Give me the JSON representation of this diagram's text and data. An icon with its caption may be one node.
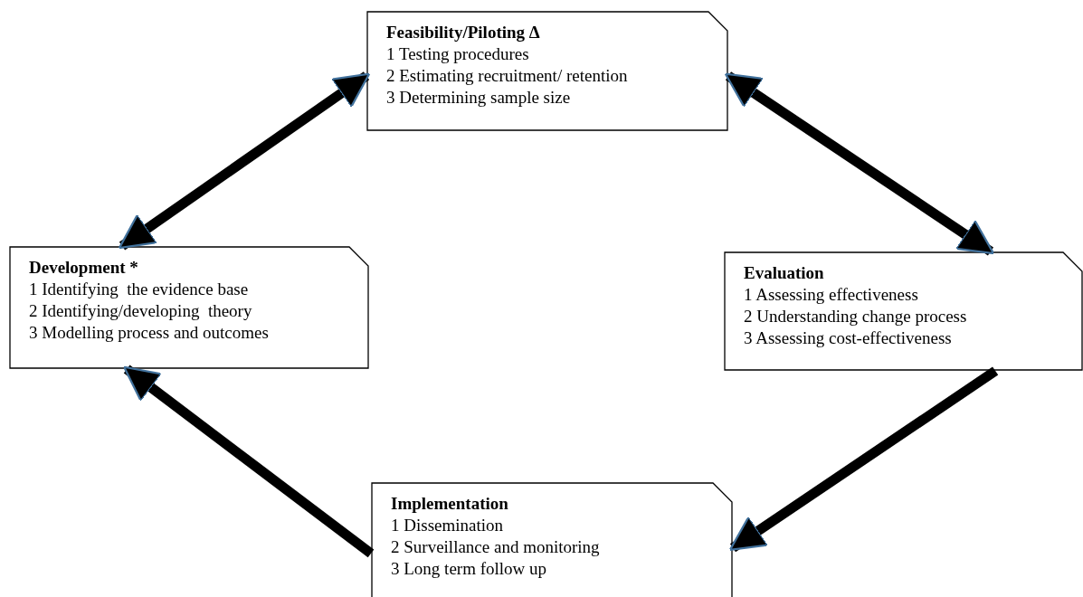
{
  "diagram": {
    "nodes": [
      {
        "text": [
          "Feasibility/Piloting Δ",
          "1 Testing procedures",
          "2 Estimating recruitment/ retention",
          "3 Determining sample size"
        ]
      },
      {
        "text": [
          "Development *",
          "1 Identifying  the evidence base",
          "2 Identifying/developing  theory",
          "3 Modelling process and outcomes"
        ]
      },
      {
        "text": [
          "Evaluation",
          "1 Assessing effectiveness",
          "2 Understanding change process",
          "3 Assessing cost-effectiveness"
        ]
      },
      {
        "text": [
          "Implementation",
          "1 Dissemination",
          "2 Surveillance and monitoring",
          "3 Long term follow up"
        ]
      }
    ],
    "edges": [
      {
        "from": 1,
        "to": 0,
        "arrow": "both"
      },
      {
        "from": 0,
        "to": 2,
        "arrow": "both"
      },
      {
        "from": 2,
        "to": 3,
        "arrow": "to"
      },
      {
        "from": 3,
        "to": 1,
        "arrow": "to"
      }
    ]
  }
}
